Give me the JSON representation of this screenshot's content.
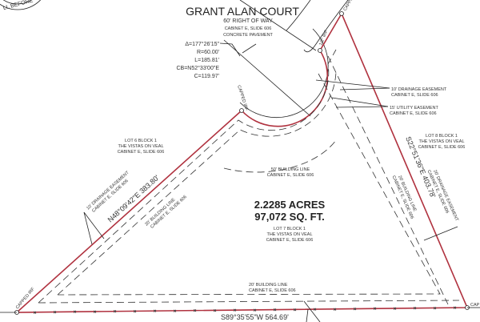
{
  "seal": {
    "text": "LL BEFORE"
  },
  "street": {
    "name": "GRANT ALAN COURT",
    "row": "60' RIGHT OF WAY",
    "cabinet": "CABINET E, SLIDE 606",
    "pavement": "CONCRETE PAVEMENT"
  },
  "curve": {
    "delta": "Δ=177°26'15\"",
    "radius": "R=60.00'",
    "length": "L=185.81'",
    "chord_bearing": "CB=N52°33'00\"E",
    "chord": "C=119.97'"
  },
  "monuments": {
    "top": "CAPPED IRF",
    "half_inch": "1/2\" IRF",
    "arc_left": "CAPPED IRF",
    "left": "CAPPED IRF",
    "right": "CAP"
  },
  "easements": {
    "drainage10_line1": "10' DRAINAGE EASEMENT",
    "drainage10_line2": "CABINET E, SLIDE 606",
    "utility15_line1": "15' UTILITY EASEMENT",
    "utility15_line2": "CABINET E, SLIDE 606",
    "building50_line1": "50' BUILDING LINE",
    "building50_line2": "CABINET E, SLIDE 606",
    "drainage10w_line1": "10' DRAINAGE EASEMENT",
    "drainage10w_line2": "CABINET E, SLIDE 606",
    "building20w_line1": "20' BUILDING LINE",
    "building20w_line2": "CABINET E, SLIDE 606",
    "building20e_line1": "20' BUILDING LINE",
    "building20e_line2": "CABINET E, SLIDE 606",
    "drainage20e_line1": "20' DRAINAGE EASEMENT",
    "drainage20e_line2": "CABINET E, SLIDE 606",
    "building20s_line1": "20' BUILDING LINE",
    "building20s_line2": "CABINET E, SLIDE 606"
  },
  "lots": {
    "lot6": [
      "LOT 6  BLOCK 1",
      "THE VISTAS ON VEAL",
      "CABINET E, SLIDE 606"
    ],
    "lot7": [
      "LOT 7 BLOCK 1",
      "THE VISTAS ON VEAL",
      "CABINET E, SLIDE 606"
    ],
    "lot8": [
      "LOT 8  BLOCK 1",
      "THE VISTAS ON VEAL",
      "CABINET E, SLIDE 606"
    ]
  },
  "area": {
    "acres": "2.2285 ACRES",
    "sqft": "97,072 SQ. FT."
  },
  "bearings": {
    "west": "N48°09'42\"E  383.80'",
    "east": "S22°51'36\"E  403.78'",
    "south": "S89°35'55\"W   564.69'"
  },
  "colors": {
    "boundary": "#b0323f",
    "linework": "#222222"
  }
}
